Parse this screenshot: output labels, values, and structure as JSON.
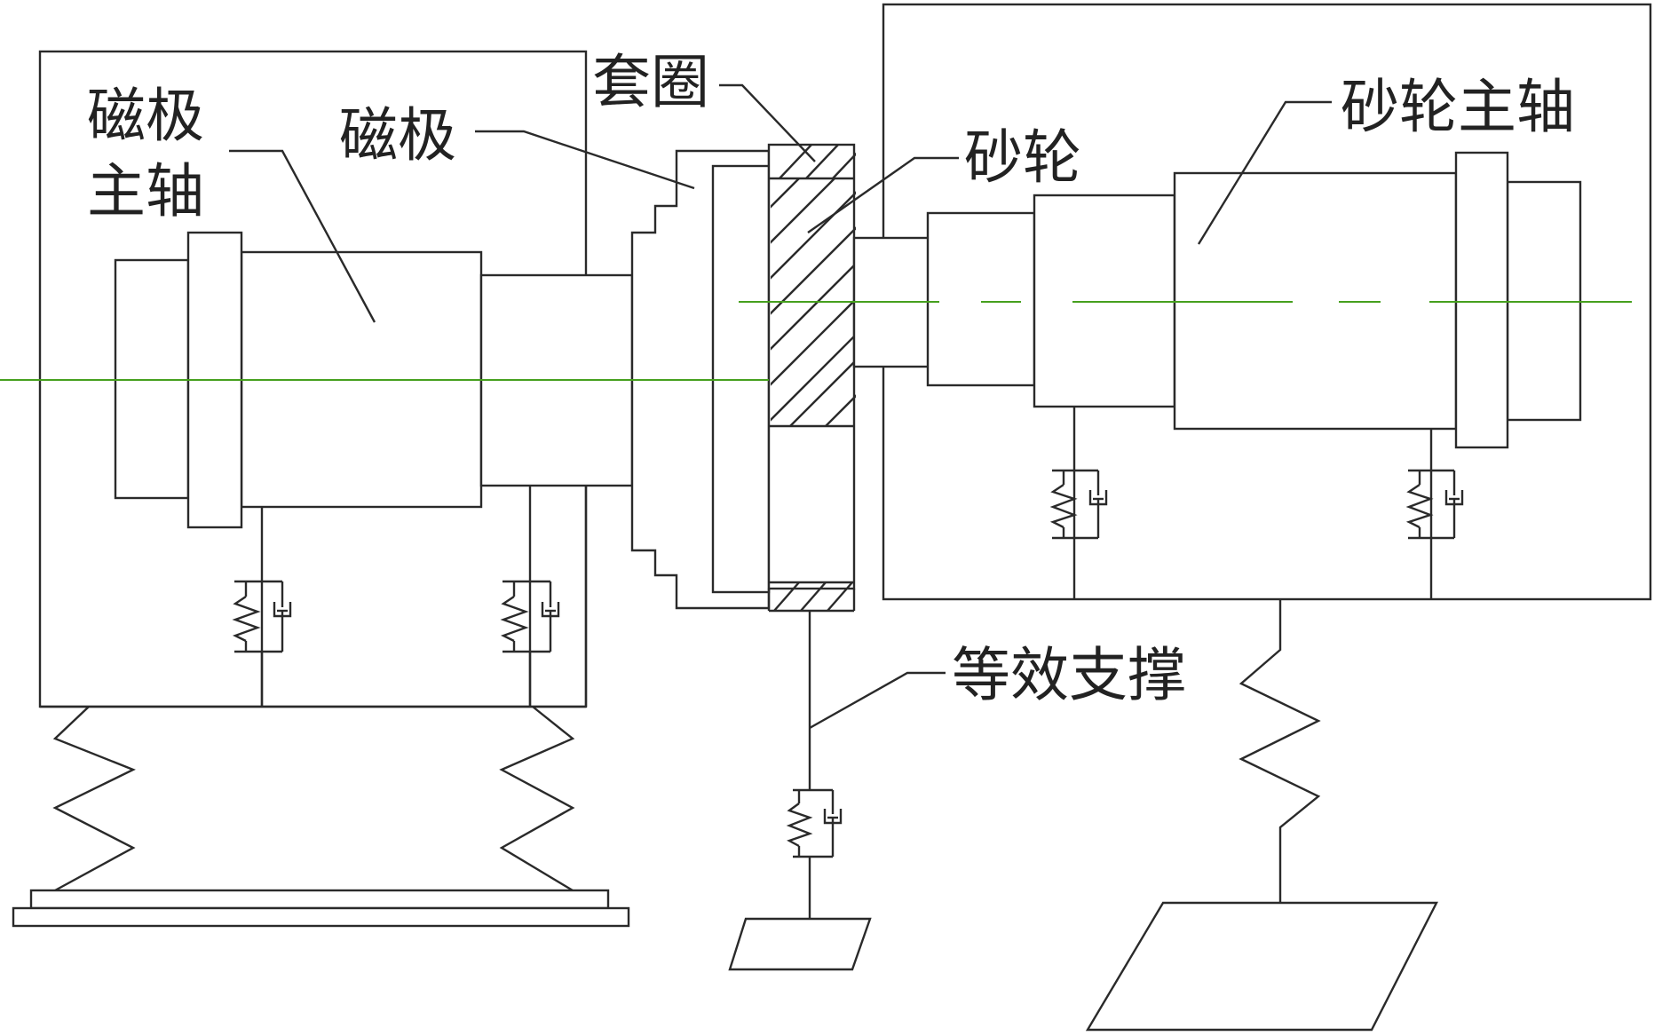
{
  "labels": {
    "magnet_spindle_l1": "磁极",
    "magnet_spindle_l2": "主轴",
    "magnet_pole": "磁极",
    "collar": "套圈",
    "grinding_wheel": "砂轮",
    "wheel_spindle": "砂轮主轴",
    "equivalent_support": "等效支撑"
  },
  "colors": {
    "line": "#2a2a2a",
    "axis": "#46a01e",
    "background": "#ffffff"
  }
}
